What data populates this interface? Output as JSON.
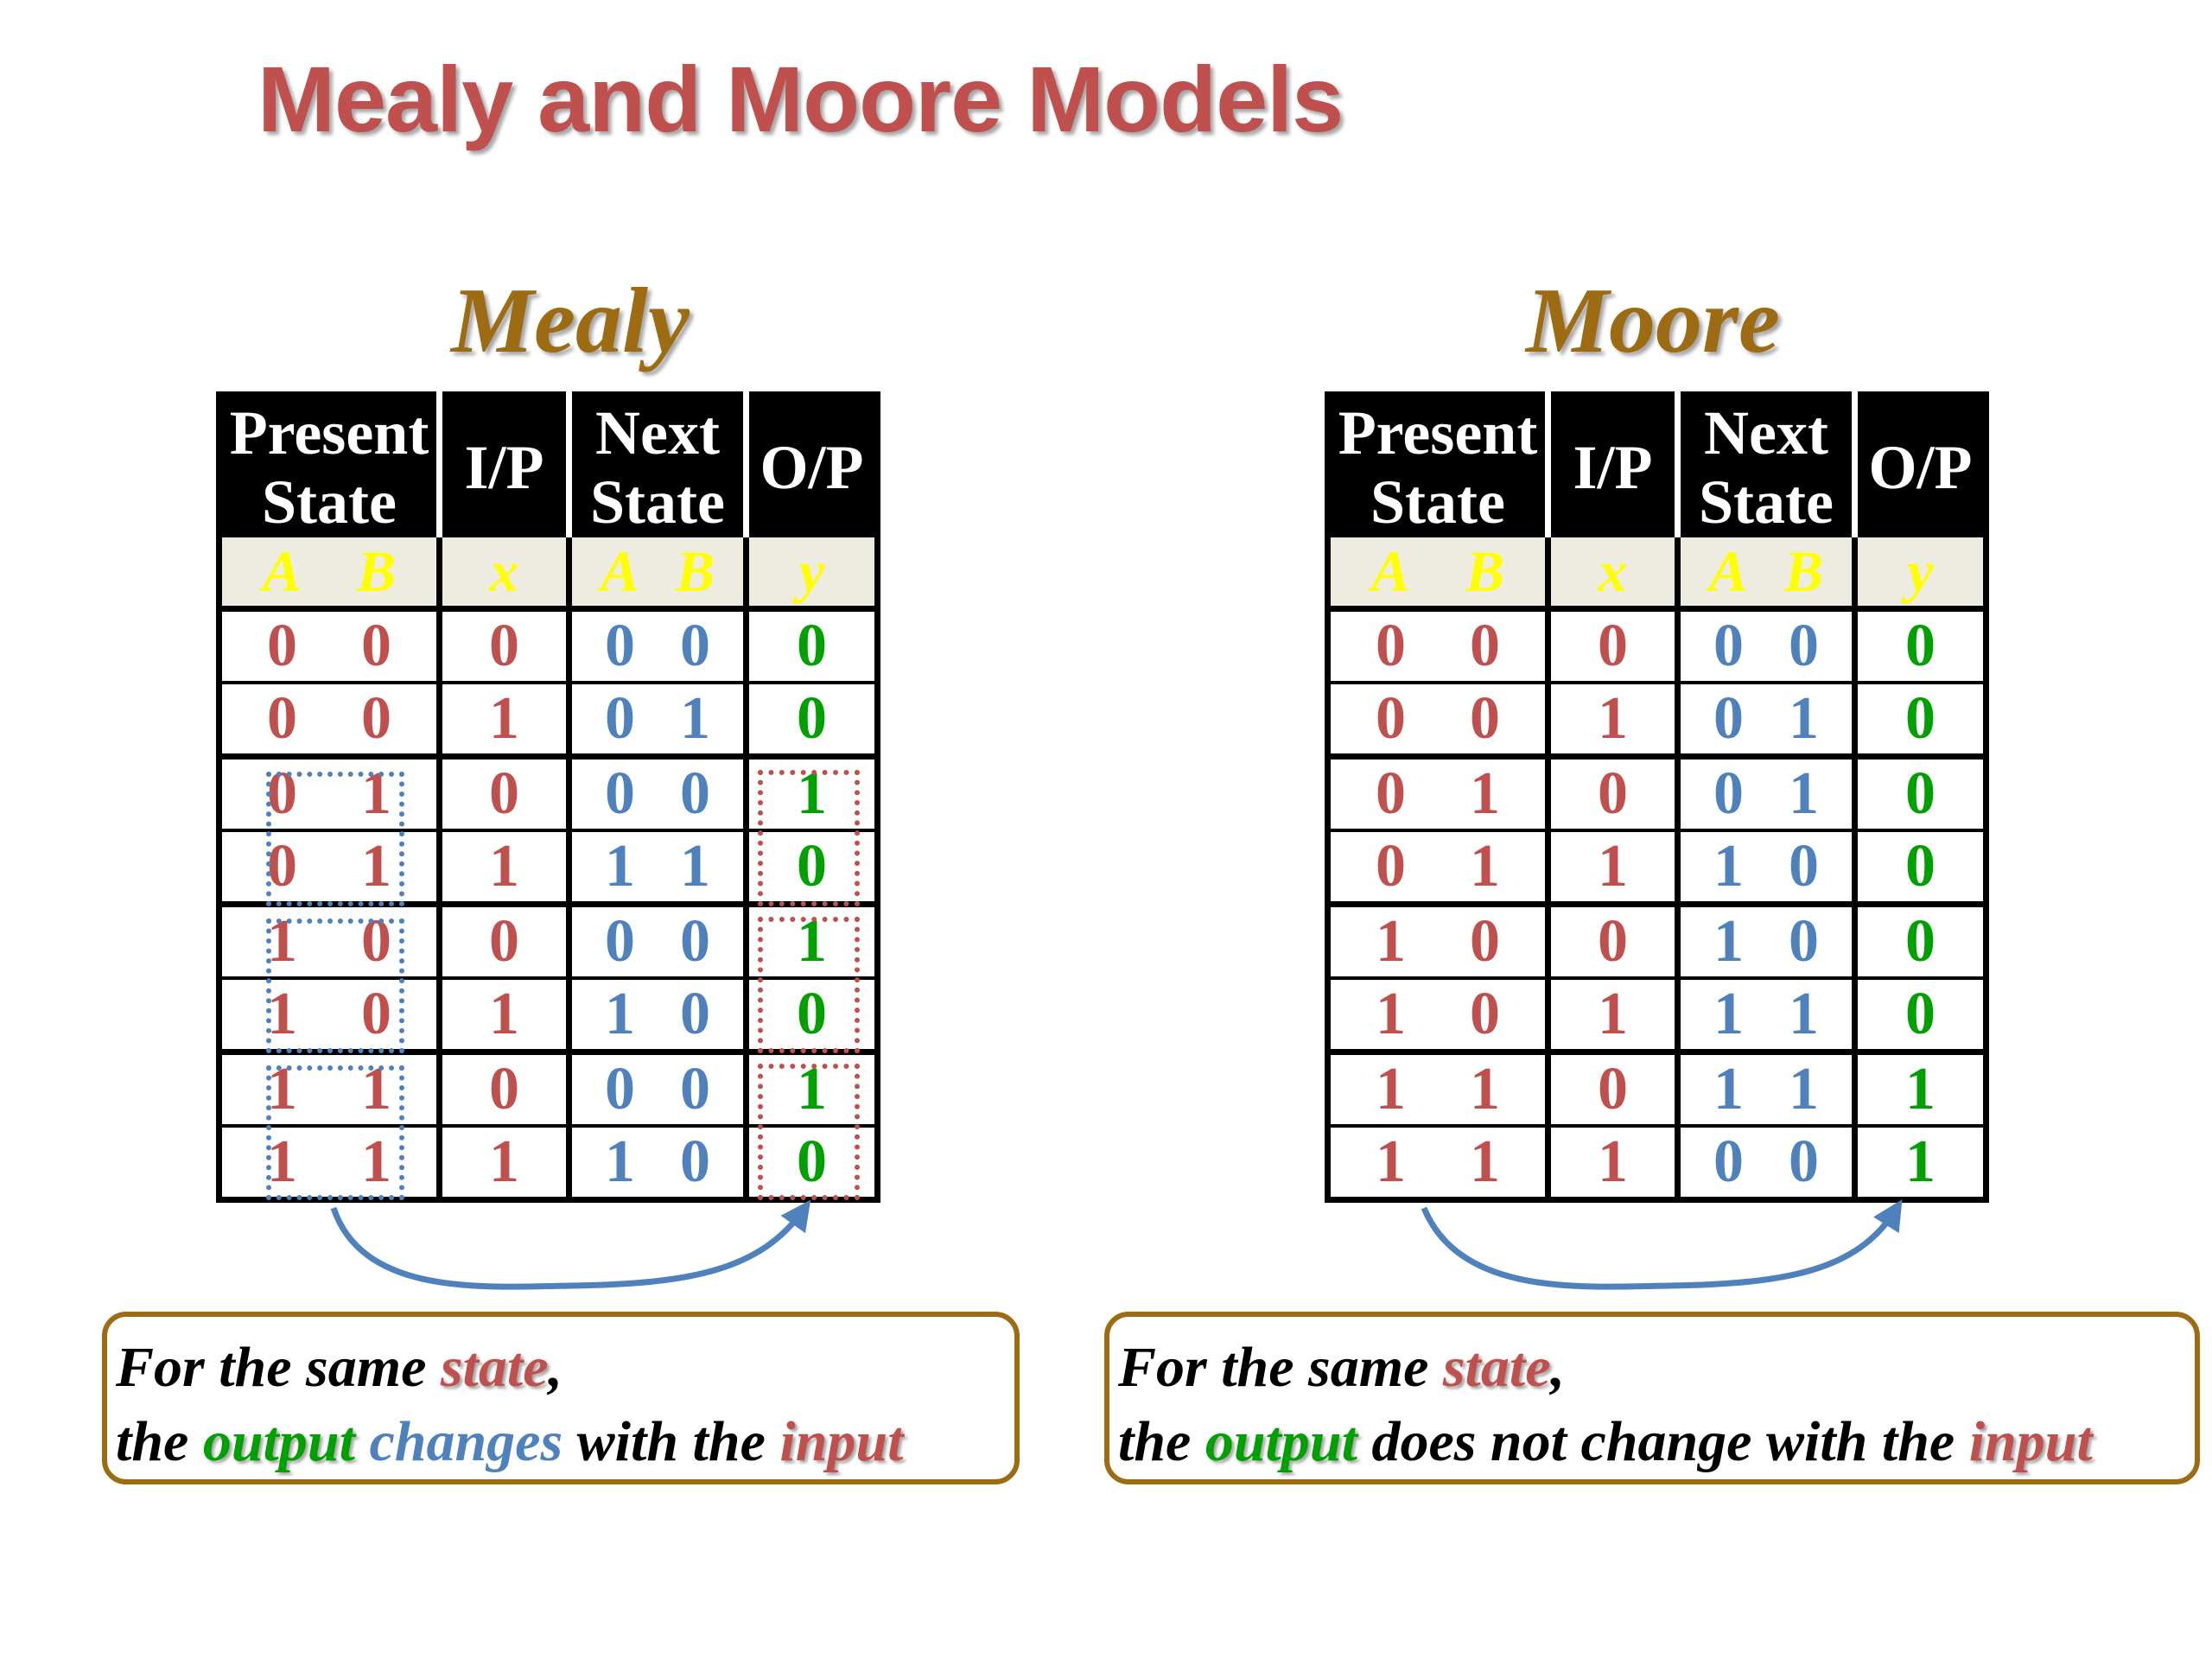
{
  "title": "Mealy and Moore Models",
  "headers": {
    "present_state": [
      "Present",
      "State"
    ],
    "input": "I/P",
    "next_state": [
      "Next",
      "State"
    ],
    "output": "O/P"
  },
  "variables": {
    "a": "A",
    "b": "B",
    "x": "x",
    "y": "y"
  },
  "mealy": {
    "label": "Mealy",
    "rows": [
      {
        "a": "0",
        "b": "0",
        "x": "0",
        "na": "0",
        "nb": "0",
        "y": "0"
      },
      {
        "a": "0",
        "b": "0",
        "x": "1",
        "na": "0",
        "nb": "1",
        "y": "0"
      },
      {
        "a": "0",
        "b": "1",
        "x": "0",
        "na": "0",
        "nb": "0",
        "y": "1"
      },
      {
        "a": "0",
        "b": "1",
        "x": "1",
        "na": "1",
        "nb": "1",
        "y": "0"
      },
      {
        "a": "1",
        "b": "0",
        "x": "0",
        "na": "0",
        "nb": "0",
        "y": "1"
      },
      {
        "a": "1",
        "b": "0",
        "x": "1",
        "na": "1",
        "nb": "0",
        "y": "0"
      },
      {
        "a": "1",
        "b": "1",
        "x": "0",
        "na": "0",
        "nb": "0",
        "y": "1"
      },
      {
        "a": "1",
        "b": "1",
        "x": "1",
        "na": "1",
        "nb": "0",
        "y": "0"
      }
    ],
    "note": {
      "line1_prefix": "For the same ",
      "line1_state": "state",
      "line1_suffix": ",",
      "line2_prefix": "the ",
      "line2_output": "output",
      "line2_middle": " changes",
      "line2_middle2": " with the ",
      "line2_input": "input"
    }
  },
  "moore": {
    "label": "Moore",
    "rows": [
      {
        "a": "0",
        "b": "0",
        "x": "0",
        "na": "0",
        "nb": "0",
        "y": "0"
      },
      {
        "a": "0",
        "b": "0",
        "x": "1",
        "na": "0",
        "nb": "1",
        "y": "0"
      },
      {
        "a": "0",
        "b": "1",
        "x": "0",
        "na": "0",
        "nb": "1",
        "y": "0"
      },
      {
        "a": "0",
        "b": "1",
        "x": "1",
        "na": "1",
        "nb": "0",
        "y": "0"
      },
      {
        "a": "1",
        "b": "0",
        "x": "0",
        "na": "1",
        "nb": "0",
        "y": "0"
      },
      {
        "a": "1",
        "b": "0",
        "x": "1",
        "na": "1",
        "nb": "1",
        "y": "0"
      },
      {
        "a": "1",
        "b": "1",
        "x": "0",
        "na": "1",
        "nb": "1",
        "y": "1"
      },
      {
        "a": "1",
        "b": "1",
        "x": "1",
        "na": "0",
        "nb": "0",
        "y": "1"
      }
    ],
    "note": {
      "line1_prefix": "For the same ",
      "line1_state": "state",
      "line1_suffix": ",",
      "line2_prefix": "the ",
      "line2_output": "output",
      "line2_middle": " does not change with the ",
      "line2_input": "input"
    }
  },
  "colors": {
    "title": "#c0504d",
    "subtitle": "#9c6b12",
    "state": "#c0504d",
    "next_state": "#4f81bd",
    "output": "#00a000",
    "variable": "#ffff00",
    "arrow": "#4f81bd"
  }
}
